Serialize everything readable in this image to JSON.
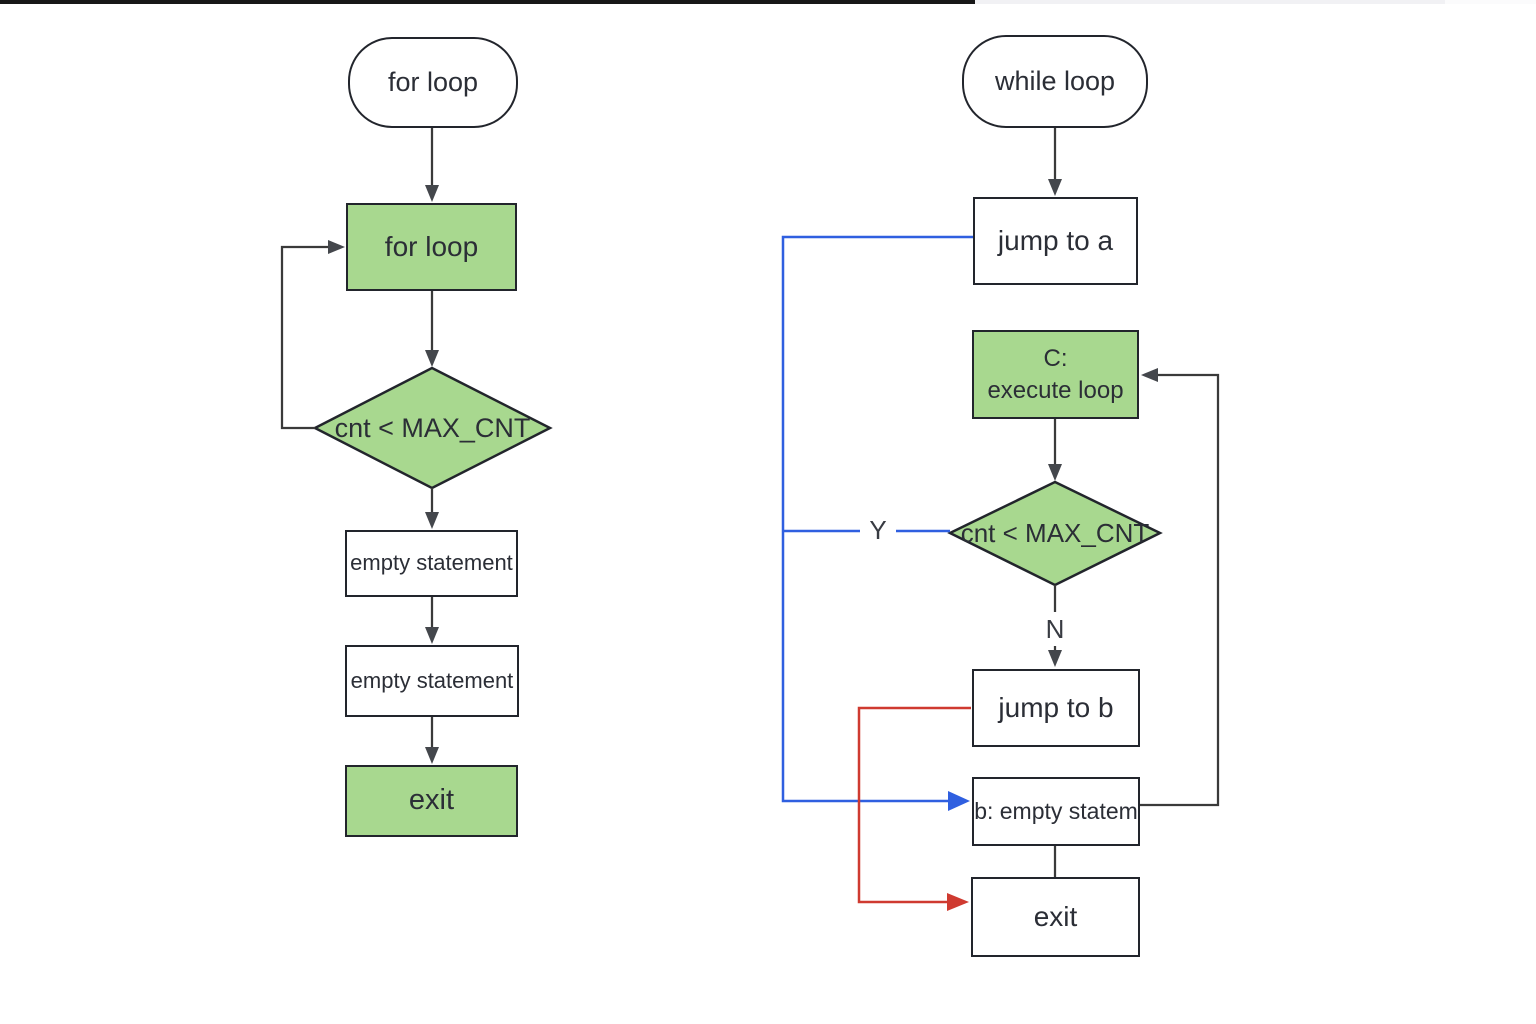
{
  "colors": {
    "background": "#ffffff",
    "node_fill_green": "#a8d88f",
    "node_fill_white": "#ffffff",
    "node_border": "#22252c",
    "connector_black": "#3a3a3a",
    "connector_blue": "#2f5fe0",
    "connector_red": "#cf3a30",
    "text": "#2b2e36",
    "top_strip_dark": "#171717",
    "top_strip_light": "#f1f1f4"
  },
  "for_loop_chart": {
    "start_label": "for loop",
    "loop_label": "for loop",
    "condition_label": "cnt < MAX_CNT",
    "statement1_label": "empty statement",
    "statement2_label": "empty statement",
    "exit_label": "exit"
  },
  "while_loop_chart": {
    "start_label": "while loop",
    "jump_a_label": "jump to a",
    "c_line1": "C:",
    "c_line2": "execute loop",
    "condition_label": "cnt < MAX_CNT",
    "yes_label": "Y",
    "no_label": "N",
    "jump_b_label": "jump to b",
    "b_label": "b: empty statem",
    "exit_label": "exit"
  }
}
